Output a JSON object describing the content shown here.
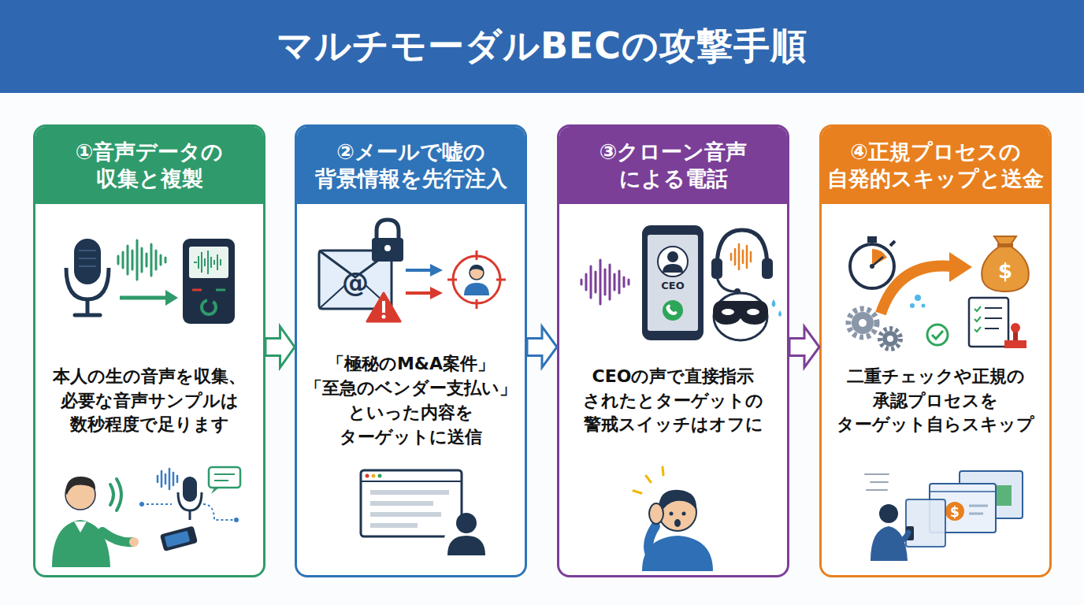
{
  "diagram": {
    "title": "マルチモーダルBECの攻撃手順",
    "nodes": [
      {
        "text": [
          "①音声データの 収集と複製",
          "本人の生の音声を収集、 必要な音声サンプルは 数秒程度で足ります"
        ]
      },
      {
        "text": [
          "②メールで嘘の 背景情報を先行注入",
          "「極秘のM&A案件」 「至急のベンダー支払い」 といった内容を ターゲットに送信"
        ]
      },
      {
        "text": [
          "③クローン音声 による電話",
          "CEOの声で直接指示 されたとターゲットの 警戒スイッチはオフに"
        ]
      },
      {
        "text": [
          "④正規プロセスの 自発的スキップと送金",
          "二重チェックや正規の 承認プロセスを ターゲット自らスキップ"
        ]
      }
    ],
    "edges": [
      {
        "from": 0,
        "to": 1,
        "arrow": "to"
      },
      {
        "from": 1,
        "to": 2,
        "arrow": "to"
      },
      {
        "from": 2,
        "to": 3,
        "arrow": "to"
      }
    ],
    "labels": [
      "@",
      "CEO",
      "$",
      "$"
    ]
  }
}
